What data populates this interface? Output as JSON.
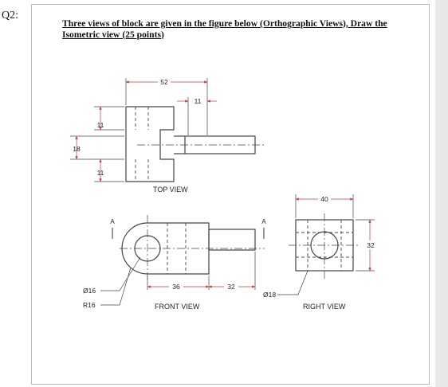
{
  "question": {
    "number": "Q2:",
    "text": "Three views of block are given in the figure below (Orthographic Views), Draw the Isometric view (25 points)"
  },
  "drawing": {
    "views": {
      "top": "TOP VIEW",
      "front": "FRONT VIEW",
      "right": "RIGHT VIEW"
    },
    "dimensions": {
      "width_52": "52",
      "slot_11": "11",
      "left_11_top": "11",
      "height_18": "18",
      "left_11_bottom": "11",
      "length_40": "40",
      "height_32": "32",
      "length_36": "36",
      "length_32": "32",
      "dia_16": "Ø16",
      "radius_16": "R16",
      "dia_18": "Ø18"
    },
    "section_labels": {
      "left_a": "A",
      "right_a": "A"
    },
    "colors": {
      "line": "#444444",
      "dim_text": "#222222",
      "arrow": "#c53a3a"
    }
  }
}
